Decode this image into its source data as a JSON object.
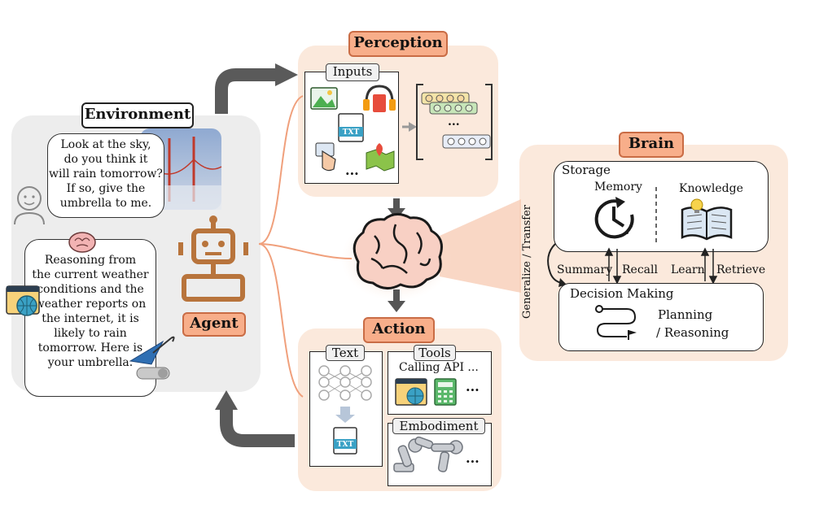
{
  "environment": {
    "title": "Environment",
    "user_bubble": [
      "Look at the sky,",
      "do you think it",
      "will rain tomorrow?",
      "If so, give the",
      "umbrella to me."
    ],
    "agent_bubble": [
      "Reasoning from",
      "the current weather",
      "conditions and the",
      "weather reports on",
      "the internet, it is",
      "likely to rain",
      "tomorrow. Here is",
      "your umbrella."
    ],
    "agent_label": "Agent"
  },
  "perception": {
    "title": "Perception",
    "inputs_label": "Inputs",
    "txt_label": "TXT",
    "more": "...",
    "embed_more": "..."
  },
  "brain": {
    "title": "Brain",
    "storage_label": "Storage",
    "memory_label": "Memory",
    "knowledge_label": "Knowledge",
    "generalize_label": "Generalize / Transfer",
    "summary_label": "Summary",
    "recall_label": "Recall",
    "learn_label": "Learn",
    "retrieve_label": "Retrieve",
    "decision_label": "Decision Making",
    "planning_label": "Planning",
    "reasoning_label": "/ Reasoning"
  },
  "action": {
    "title": "Action",
    "text_label": "Text",
    "tools_label": "Tools",
    "calling_api": "Calling API ...",
    "tools_more": "...",
    "embodiment_label": "Embodiment",
    "embodiment_more": "...",
    "txt_label": "TXT"
  },
  "colors": {
    "orange_title": "#f8ae8a",
    "panel_peach": "#fbe9dc",
    "panel_gray": "#ededed",
    "arrow_gray": "#5a5a5a",
    "robot_brown": "#b8743c"
  }
}
